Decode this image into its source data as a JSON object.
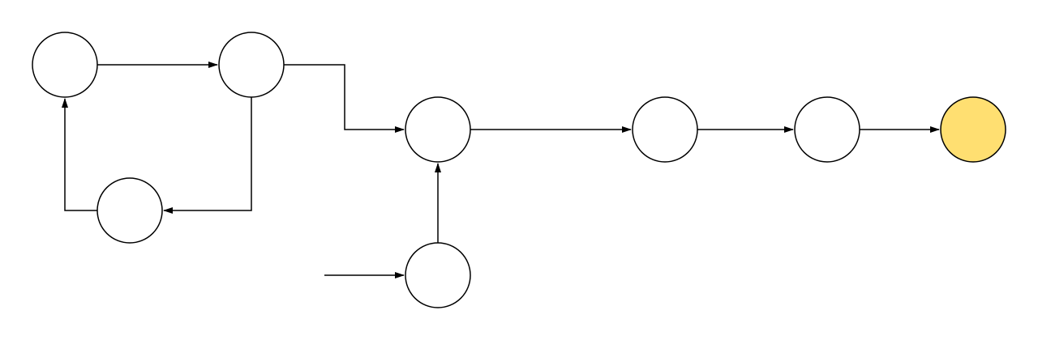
{
  "diagram": {
    "colors": {
      "background": "#ffffff",
      "stroke": "#000000",
      "node_fill": "#ffffff",
      "highlight_fill": "#ffdf71"
    },
    "nodes": [
      {
        "id": "n1",
        "highlighted": false
      },
      {
        "id": "n2",
        "highlighted": false
      },
      {
        "id": "n3",
        "highlighted": false
      },
      {
        "id": "n4",
        "highlighted": false
      },
      {
        "id": "n5",
        "highlighted": false
      },
      {
        "id": "n6",
        "highlighted": false
      },
      {
        "id": "n7",
        "highlighted": false
      },
      {
        "id": "n8",
        "highlighted": true
      }
    ],
    "edges": [
      {
        "id": "e1",
        "from": "n1",
        "to": "n2"
      },
      {
        "id": "e2",
        "from": "n2",
        "to": "n3"
      },
      {
        "id": "e3",
        "from": "n2",
        "to": "n4"
      },
      {
        "id": "e4",
        "from": "n4",
        "to": "n1"
      },
      {
        "id": "e5",
        "from": "n3",
        "to": "n6"
      },
      {
        "id": "e6",
        "from": "n6",
        "to": "n7"
      },
      {
        "id": "e7",
        "from": "n7",
        "to": "n8"
      },
      {
        "id": "e8",
        "from": "n5",
        "to": "n3"
      },
      {
        "id": "e9",
        "from": null,
        "to": "n5"
      }
    ]
  }
}
